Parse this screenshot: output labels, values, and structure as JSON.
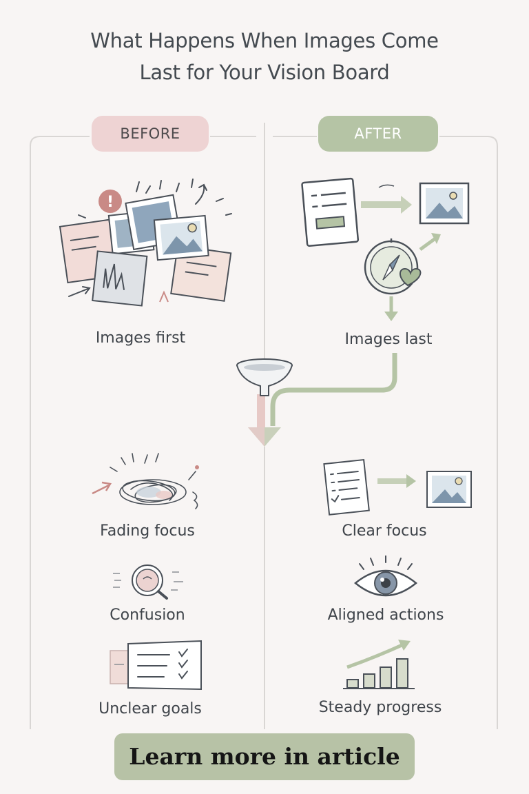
{
  "title": {
    "line1": "What Happens When Images Come",
    "line2": "Last for Your Vision Board"
  },
  "before": {
    "header": "BEFORE",
    "scenario_label": "Images first",
    "outcomes": [
      {
        "label": "Fading focus",
        "icon": "tangled-scribble-icon"
      },
      {
        "label": "Confusion",
        "icon": "magnifier-icon"
      },
      {
        "label": "Unclear goals",
        "icon": "checklist-icon"
      }
    ]
  },
  "after": {
    "header": "AFTER",
    "scenario_label": "Images last",
    "outcomes": [
      {
        "label": "Clear focus",
        "icon": "list-to-image-icon"
      },
      {
        "label": "Aligned actions",
        "icon": "eye-icon"
      },
      {
        "label": "Steady progress",
        "icon": "growth-chart-icon"
      }
    ]
  },
  "cta": {
    "label": "Learn more in article"
  },
  "colors": {
    "before_accent": "#eed3d3",
    "after_accent": "#b5c4a5",
    "ink": "#4a5058",
    "cta_bg": "#b7c2a6"
  }
}
